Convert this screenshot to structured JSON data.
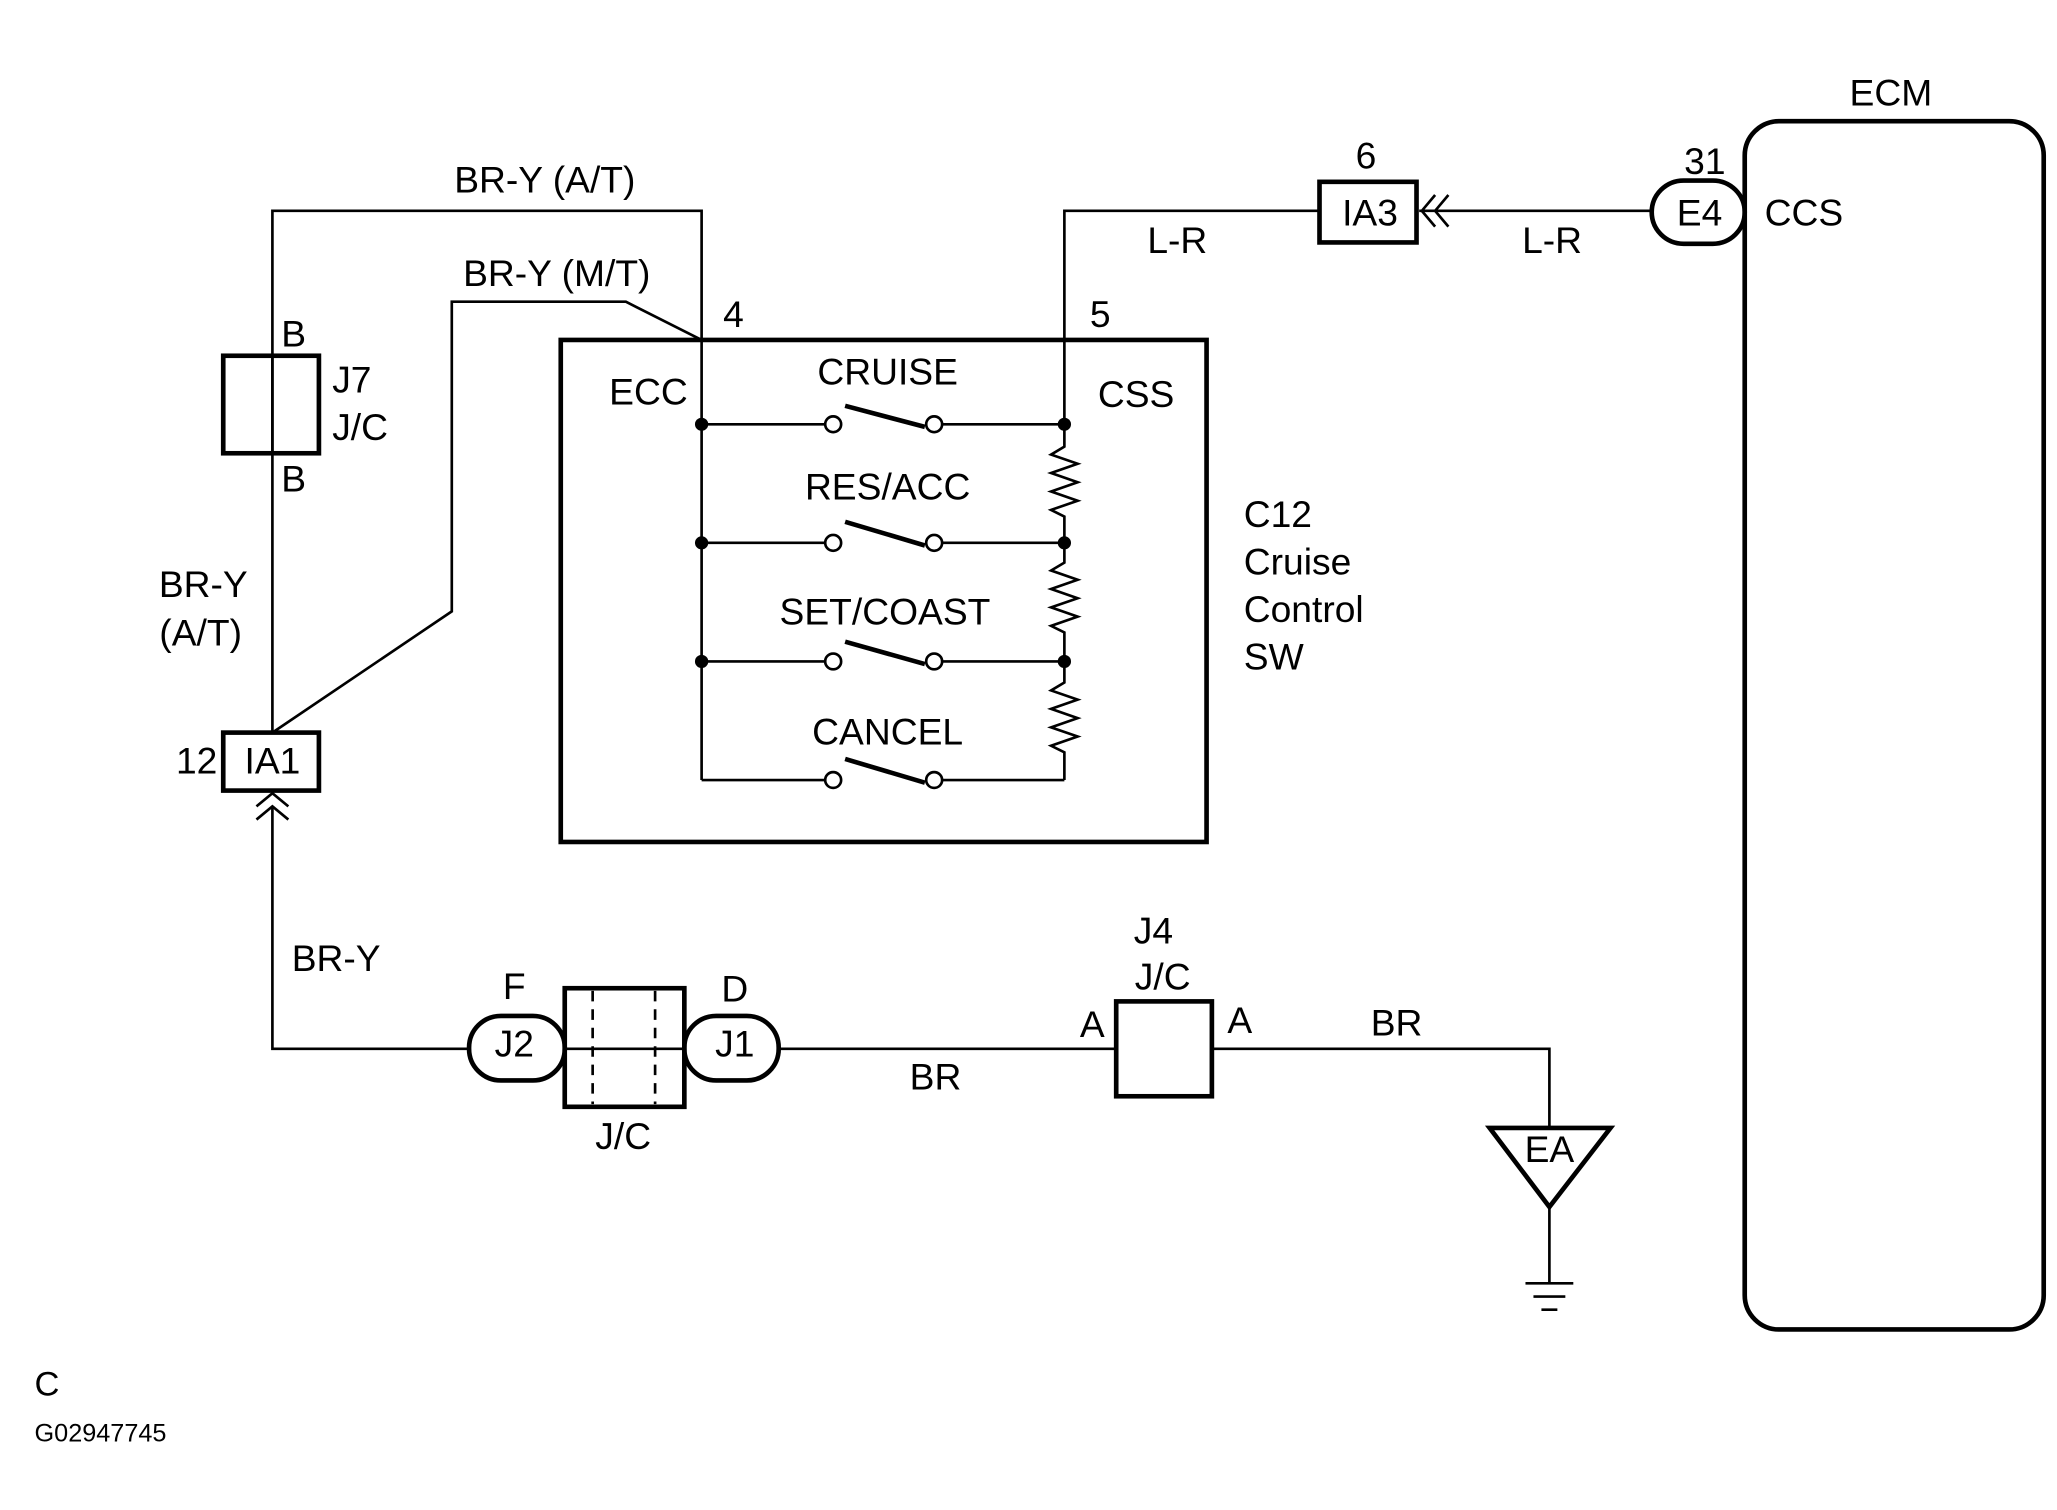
{
  "ecm": {
    "label": "ECM",
    "pin_number": "31",
    "connector": "E4",
    "terminal": "CCS"
  },
  "ia3": {
    "pin_number": "6",
    "label": "IA3"
  },
  "wires": {
    "br_y_at_top": "BR-Y  (A/T)",
    "br_y_mt": "BR-Y  (M/T)",
    "l_r_left": "L-R",
    "l_r_right": "L-R",
    "br_y_left_1": "BR-Y",
    "br_y_left_2": "(A/T)",
    "br_y_bottom": "BR-Y",
    "br_mid": "BR",
    "br_right": "BR"
  },
  "j7": {
    "pin_top": "B",
    "pin_bottom": "B",
    "name": "J7",
    "type": "J/C"
  },
  "ia1": {
    "pin_number": "12",
    "label": "IA1"
  },
  "switch_assembly": {
    "pin_ecc": "4",
    "pin_css": "5",
    "ecc_label": "ECC",
    "css_label": "CSS",
    "switches": [
      "CRUISE",
      "RES/ACC",
      "SET/COAST",
      "CANCEL"
    ],
    "component_id": "C12",
    "component_name": [
      "Cruise",
      "Control",
      "SW"
    ]
  },
  "junction_block": {
    "pin_f": "F",
    "pin_d": "D",
    "conn_left": "J2",
    "conn_right": "J1",
    "label": "J/C"
  },
  "j4": {
    "name": "J4",
    "type": "J/C",
    "pin_left": "A",
    "pin_right": "A"
  },
  "ground": {
    "label": "EA"
  },
  "footer": {
    "code": "C",
    "figure_id": "G02947745"
  }
}
